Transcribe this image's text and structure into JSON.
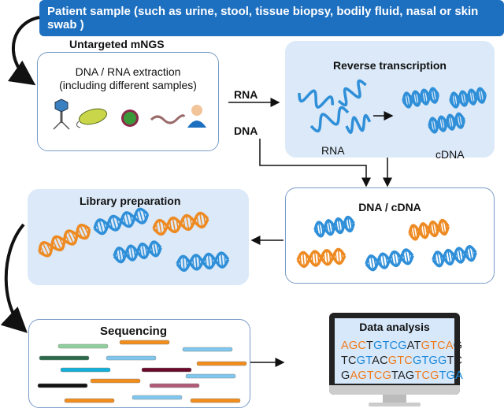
{
  "banner": {
    "text": "Patient  sample (such as urine, stool, tissue biopsy, bodily fluid, nasal or skin swab )"
  },
  "extraction": {
    "heading": "Untargeted mNGS",
    "line1": "DNA / RNA extraction",
    "line2": "(including different samples)",
    "icons": [
      "bacteriophage-icon",
      "bacterium-icon",
      "virus-icon",
      "worm-icon",
      "human-icon"
    ]
  },
  "arrows": {
    "rna": "RNA",
    "dna": "DNA"
  },
  "reverse_transcription": {
    "title": "Reverse transcription",
    "rna_label": "RNA",
    "cdna_label": "cDNA"
  },
  "dna_cdna": {
    "title": "DNA / cDNA"
  },
  "library": {
    "title": "Library preparation"
  },
  "sequencing": {
    "title": "Sequencing",
    "read_colors": [
      "#8fd19e",
      "#f28c1a",
      "#7ec8f0",
      "#2a6a4a",
      "#7ec8f0",
      "#f28c1a",
      "#12b0d8",
      "#6a0a2a",
      "#7ec8f0",
      "#111111",
      "#f28c1a",
      "#b05a78",
      "#f28c1a",
      "#7ec8f0",
      "#f28c1a"
    ]
  },
  "data_analysis": {
    "title": "Data analysis",
    "lines": [
      [
        {
          "t": "AGC",
          "c": "#f07a1a"
        },
        {
          "t": "T",
          "c": "#222"
        },
        {
          "t": "GTCG",
          "c": "#1a86d8"
        },
        {
          "t": "AT",
          "c": "#222"
        },
        {
          "t": "GTCA",
          "c": "#f07a1a"
        },
        {
          "t": "G",
          "c": "#222"
        }
      ],
      [
        {
          "t": "TC",
          "c": "#222"
        },
        {
          "t": "GT",
          "c": "#1a86d8"
        },
        {
          "t": "AC",
          "c": "#222"
        },
        {
          "t": "GTC",
          "c": "#f07a1a"
        },
        {
          "t": "GTGG",
          "c": "#1a86d8"
        },
        {
          "t": "TC",
          "c": "#222"
        }
      ],
      [
        {
          "t": "G",
          "c": "#222"
        },
        {
          "t": "AGTCG",
          "c": "#f07a1a"
        },
        {
          "t": "TAG",
          "c": "#222"
        },
        {
          "t": "TCG",
          "c": "#f07a1a"
        },
        {
          "t": "TGA",
          "c": "#1a86d8"
        }
      ]
    ]
  },
  "colors": {
    "banner": "#1d6fc0",
    "panel_fill": "#dbe9f8",
    "helix_blue": "#2f8fd8",
    "helix_orange": "#ee8a22",
    "adapter_red": "#d8241c"
  }
}
